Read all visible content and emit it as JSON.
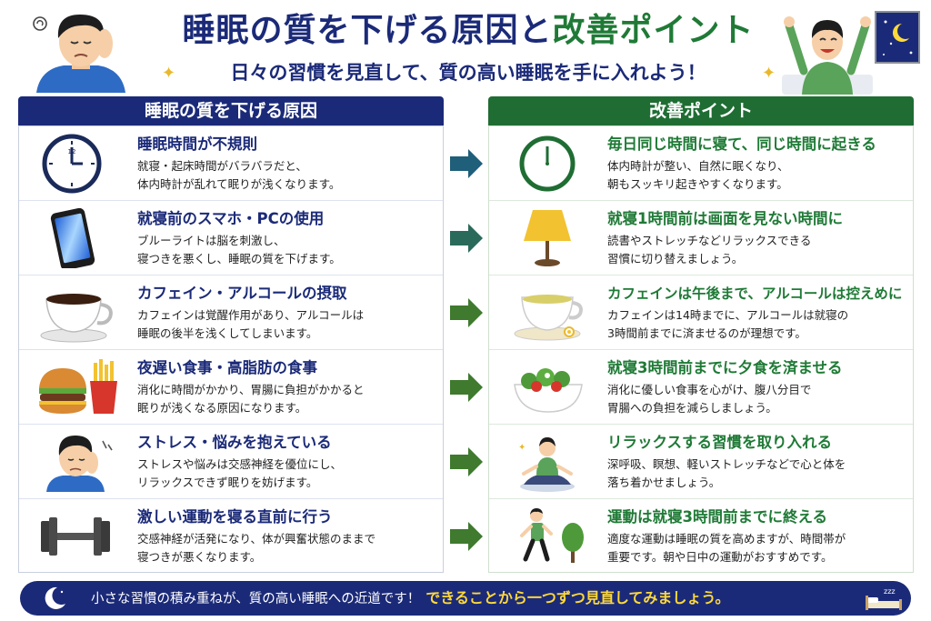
{
  "header": {
    "title_part1": "睡眠の質を下げる原因と",
    "title_part2": "改善ポイント",
    "subtitle": "日々の習慣を見直して、質の高い睡眠を手に入れよう！"
  },
  "causes": {
    "heading": "睡眠の質を下げる原因",
    "items": [
      {
        "icon": "clock-icon",
        "title": "睡眠時間が不規則",
        "desc": [
          "就寝・起床時間がバラバラだと、",
          "体内時計が乱れて眠りが浅くなります。"
        ]
      },
      {
        "icon": "smartphone-icon",
        "title": "就寝前のスマホ・PCの使用",
        "desc": [
          "ブルーライトは脳を刺激し、",
          "寝つきを悪くし、睡眠の質を下げます。"
        ]
      },
      {
        "icon": "coffee-cup-icon",
        "title": "カフェイン・アルコールの摂取",
        "desc": [
          "カフェインは覚醒作用があり、アルコールは",
          "睡眠の後半を浅くしてしまいます。"
        ]
      },
      {
        "icon": "burger-fries-icon",
        "title": "夜遅い食事・高脂肪の食事",
        "desc": [
          "消化に時間がかかり、胃腸に負担がかかると",
          "眠りが浅くなる原因になります。"
        ]
      },
      {
        "icon": "stressed-man-icon",
        "title": "ストレス・悩みを抱えている",
        "desc": [
          "ストレスや悩みは交感神経を優位にし、",
          "リラックスできず眠りを妨げます。"
        ]
      },
      {
        "icon": "dumbbell-icon",
        "title": "激しい運動を寝る直前に行う",
        "desc": [
          "交感神経が活発になり、体が興奮状態のままで",
          "寝つきが悪くなります。"
        ]
      }
    ]
  },
  "improvements": {
    "heading": "改善ポイント",
    "items": [
      {
        "icon": "clock-icon",
        "title": "毎日同じ時間に寝て、同じ時間に起きる",
        "desc": [
          "体内時計が整い、自然に眠くなり、",
          "朝もスッキリ起きやすくなります。"
        ]
      },
      {
        "icon": "lamp-icon",
        "title": "就寝1時間前は画面を見ない時間に",
        "desc": [
          "読書やストレッチなどリラックスできる",
          "習慣に切り替えましょう。"
        ]
      },
      {
        "icon": "herbal-tea-icon",
        "title": "カフェインは午後まで、アルコールは控えめに",
        "desc": [
          "カフェインは14時までに、アルコールは就寝の",
          "3時間前までに済ませるのが理想です。"
        ]
      },
      {
        "icon": "salad-bowl-icon",
        "title": "就寝3時間前までに夕食を済ませる",
        "desc": [
          "消化に優しい食事を心がけ、腹八分目で",
          "胃腸への負担を減らしましょう。"
        ]
      },
      {
        "icon": "meditation-icon",
        "title": "リラックスする習慣を取り入れる",
        "desc": [
          "深呼吸、瞑想、軽いストレッチなどで心と体を",
          "落ち着かせましょう。"
        ]
      },
      {
        "icon": "walking-person-icon",
        "title": "運動は就寝3時間前までに終える",
        "desc": [
          "適度な運動は睡眠の質を高めますが、時間帯が",
          "重要です。朝や日中の運動がおすすめです。"
        ]
      }
    ]
  },
  "footer": {
    "text": "小さな習慣の積み重ねが、質の高い睡眠への近道です！",
    "highlight": "できることから一つずつ見直してみましょう。",
    "bed_zzz": "zzz"
  },
  "colors": {
    "navy": "#1b2a78",
    "green": "#1f7a36",
    "arrow_blue": "#1f5f7a",
    "arrow_green": "#3f7a2e",
    "highlight": "#ffd93b"
  },
  "decor": {
    "clock_number": "12"
  }
}
